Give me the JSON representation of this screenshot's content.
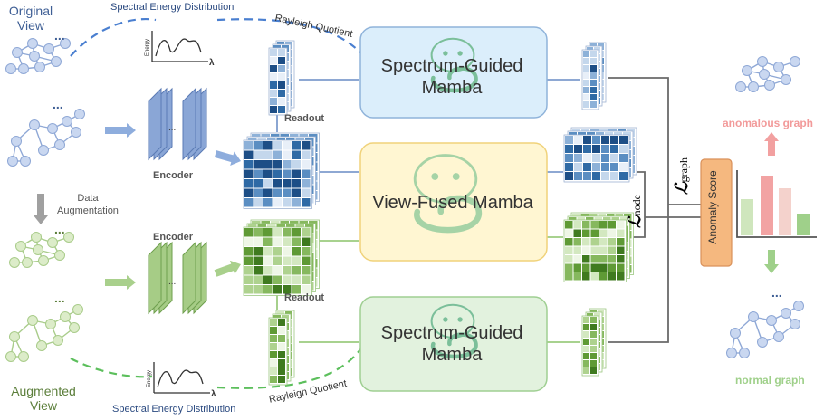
{
  "labels": {
    "original_view": "Original View",
    "augmented_view": "Augmented View",
    "spectral_top": "Spectral Energy Distribution",
    "spectral_bottom": "Spectral Energy Distribution",
    "rayleigh_top": "Rayleigh Quotient",
    "rayleigh_bottom": "Rayleigh Quotient",
    "encoder_top": "Encoder",
    "encoder_bottom": "Encoder",
    "data_augmentation": "Data Augmentation",
    "readout_top": "Readout",
    "readout_bottom": "Readout",
    "energy": "Energy",
    "lambda": "λ",
    "ellipsis": "..."
  },
  "modules": {
    "top": "Spectrum-Guided Mamba",
    "middle": "View-Fused Mamba",
    "bottom": "Spectrum-Guided Mamba"
  },
  "loss": {
    "node_symbol": "ℒ",
    "node_sub": "node",
    "graph_symbol": "ℒ",
    "graph_sub": "graph"
  },
  "anomaly_score": "Anomaly Score",
  "outputs": {
    "anomalous": "anomalous graph",
    "normal": "normal graph"
  },
  "colors": {
    "blue": "#6e8fc8",
    "green": "#8fbe6b",
    "pink": "#f2a0a0",
    "orange": "#f5b87f"
  }
}
